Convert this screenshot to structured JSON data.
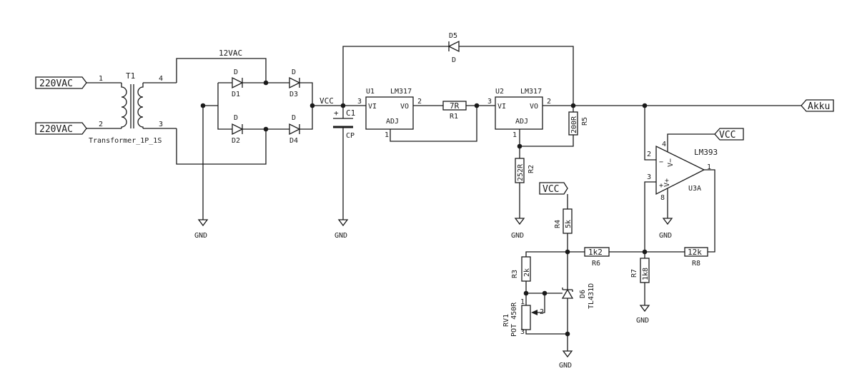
{
  "ports": {
    "ac_in_1": "220VAC",
    "ac_in_2": "220VAC",
    "akku": "Akku",
    "vcc_comp": "VCC",
    "vcc_ref": "VCC"
  },
  "labels": {
    "vcc_node": "VCC",
    "vac_12": "12VAC",
    "gnd": "GND"
  },
  "transformer": {
    "ref": "T1",
    "value": "Transformer_1P_1S",
    "pins": [
      "1",
      "2",
      "4",
      "3"
    ]
  },
  "bridge": [
    {
      "ref": "D1",
      "value": "D"
    },
    {
      "ref": "D3",
      "value": "D"
    },
    {
      "ref": "D2",
      "value": "D"
    },
    {
      "ref": "D4",
      "value": "D"
    }
  ],
  "capacitor": {
    "ref": "C1",
    "value": "CP",
    "polarity": "+"
  },
  "regulators": [
    {
      "ref": "U1",
      "value": "LM317",
      "vi": "VI",
      "vo": "VO",
      "adj": "ADJ",
      "pin_in": "3",
      "pin_out": "2",
      "pin_adj": "1"
    },
    {
      "ref": "U2",
      "value": "LM317",
      "vi": "VI",
      "vo": "VO",
      "adj": "ADJ",
      "pin_in": "3",
      "pin_out": "2",
      "pin_adj": "1"
    }
  ],
  "resistors": {
    "R1": {
      "ref": "R1",
      "value": "7R"
    },
    "R2": {
      "ref": "R2",
      "value": "252R"
    },
    "R3": {
      "ref": "R3",
      "value": "2k"
    },
    "R4": {
      "ref": "R4",
      "value": "5k"
    },
    "R5": {
      "ref": "R5",
      "value": "200R"
    },
    "R6": {
      "ref": "R6",
      "value": "1k2"
    },
    "R7": {
      "ref": "R7",
      "value": "1k8"
    },
    "R8": {
      "ref": "R8",
      "value": "12k"
    }
  },
  "diode_d5": {
    "ref": "D5",
    "value": "D"
  },
  "shunt_ref": {
    "ref": "D6",
    "value": "TL431D"
  },
  "pot": {
    "ref": "RV1",
    "value": "POT 450R",
    "pins": [
      "1",
      "2",
      "3"
    ]
  },
  "comparator": {
    "ref": "U3A",
    "value": "LM393",
    "pins": {
      "minus": "2",
      "plus": "3",
      "out": "1",
      "vplus": "4",
      "vminus": "8"
    },
    "in_minus": "−",
    "in_plus": "+",
    "sup_minus": "V−",
    "sup_plus": "V+"
  }
}
